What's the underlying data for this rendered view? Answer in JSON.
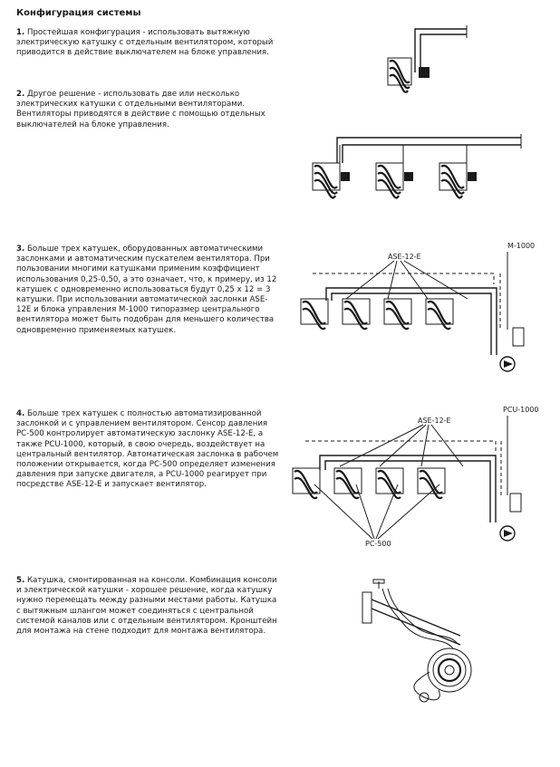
{
  "title": "Конфигурация системы",
  "sections": [
    {
      "num": "1.",
      "text": "Простейшая конфигурация - использовать вытяжную электрическую катушку с отдельным вентилятором, который приводится в действие выключателем на блоке управления."
    },
    {
      "num": "2.",
      "text": "Другое решение - использовать две или несколько электрических катушки с отдельными вентиляторами. Вентиляторы приводятся в действие с помощью отдельных выключателей на блоке управления."
    },
    {
      "num": "3.",
      "text": "Больше трех катушек, оборудованных автоматическими заслонками и автоматическим пускателем вентилятора. При пользовании многими катушками применим коэффициент использования 0,25-0,50, а это означает, что, к примеру, из 12 катушек с одновременно использоваться будут 0,25 x 12 = 3 катушки. При использовании автоматической заслонки ASE-12E и блока управления M-1000 типоразмер центрального вентилятора может быть подобран для меньшего количества одновременно применяемых катушек."
    },
    {
      "num": "4.",
      "text": "Больше трех катушек с полностью автоматизированной заслонкой и с управлением вентилятором. Сенсор давления PC-500 контролирует автоматическую заслонку ASE-12-E, а также PCU-1000, который, в свою очередь, воздействует на центральный вентилятор. Автоматическая заслонка в рабочем положении открывается, когда PC-500 определяет изменения давления при запуске двигателя, а PCU-1000 реагирует при посредстве ASE-12-E и запускает вентилятор."
    },
    {
      "num": "5.",
      "text": "Катушка, смонтированная на консоли. Комбинация консоли и электрической катушки - хорошее решение, когда катушку нужно перемещать между разными местами работы. Катушка с вытяжным шлангом может соединяться с центральной системой каналов или с отдельным вентилятором. Кронштейн для монтажа на стене подходит для монтажа вентилятора."
    }
  ],
  "figures": {
    "fig3": {
      "label_valve": "ASE-12-E",
      "label_control": "M-1000"
    },
    "fig4": {
      "label_valve": "ASE-12-E",
      "label_control": "PCU-1000",
      "label_sensor": "PC-500"
    }
  }
}
